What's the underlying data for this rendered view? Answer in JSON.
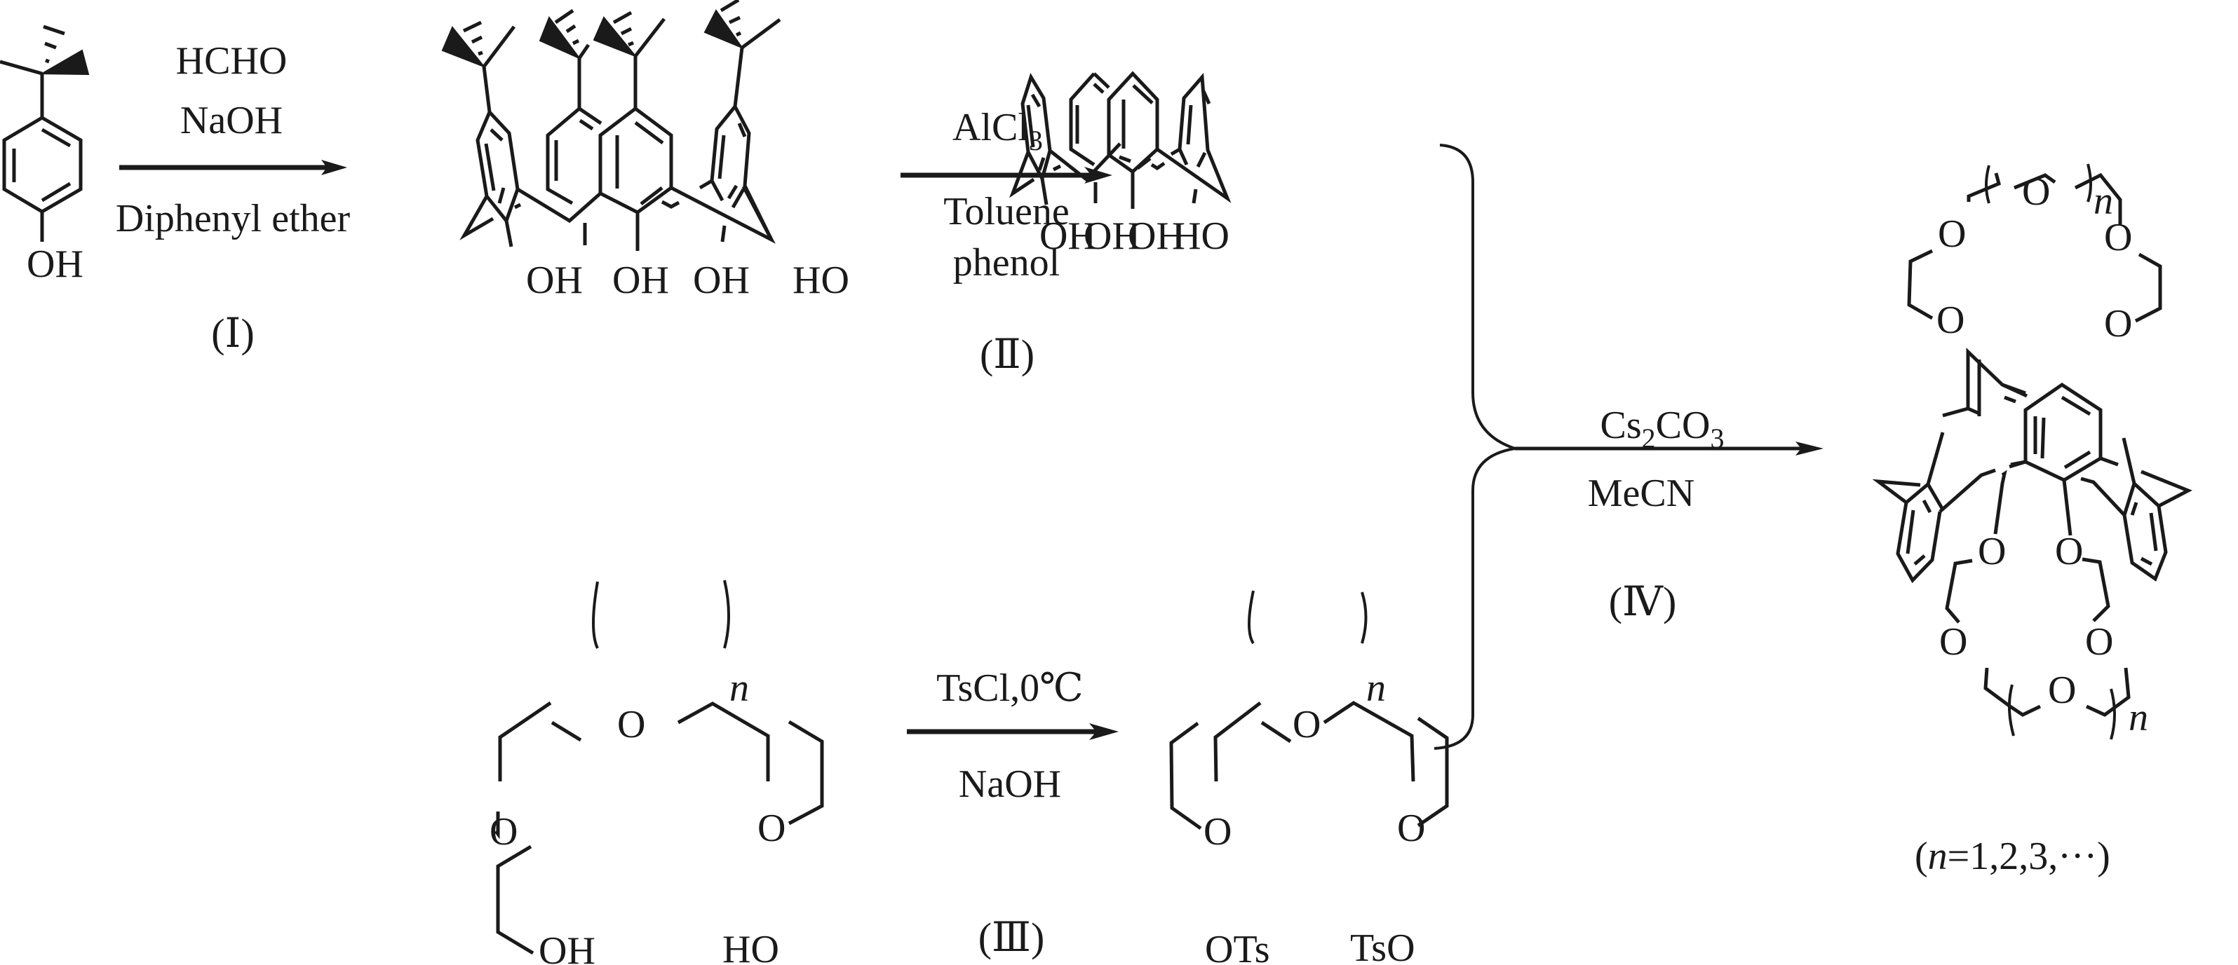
{
  "scheme": {
    "title": "Synthesis of calix[4]arene-biscrown ethers",
    "reactants": {
      "start_phenol_label": "OH",
      "calixarene_tbu_labels": [
        "OH",
        "OH",
        "OH",
        "HO"
      ],
      "calixarene_labels": [
        "OH",
        "OH",
        "OH",
        "HO"
      ],
      "glycol_labels": [
        "OH",
        "HO"
      ],
      "glycol_ether_O": "O",
      "ditosylate_labels": [
        "OTs",
        "TsO"
      ],
      "repeat_index": "n",
      "product_ether_O": "O"
    },
    "steps": [
      {
        "id": "I",
        "label": "(Ⅰ)",
        "reagents_above": [
          "HCHO",
          "NaOH"
        ],
        "reagents_below": [
          "Diphenyl ether"
        ]
      },
      {
        "id": "II",
        "label": "(Ⅱ)",
        "reagents_above": [
          "AlCl",
          "3"
        ],
        "reagents_below": [
          "Toluene",
          "phenol"
        ]
      },
      {
        "id": "III",
        "label": "(Ⅲ)",
        "reagents_above": [
          "TsCl,0℃"
        ],
        "reagents_below": [
          "NaOH"
        ]
      },
      {
        "id": "IV",
        "label": "(Ⅳ)",
        "reagents_above": [
          "Cs",
          "2",
          "CO",
          "3"
        ],
        "reagents_below": [
          "MeCN"
        ]
      }
    ],
    "product_note": {
      "prefix": "(",
      "var": "n",
      "suffix": "=1,2,3,···)"
    }
  }
}
